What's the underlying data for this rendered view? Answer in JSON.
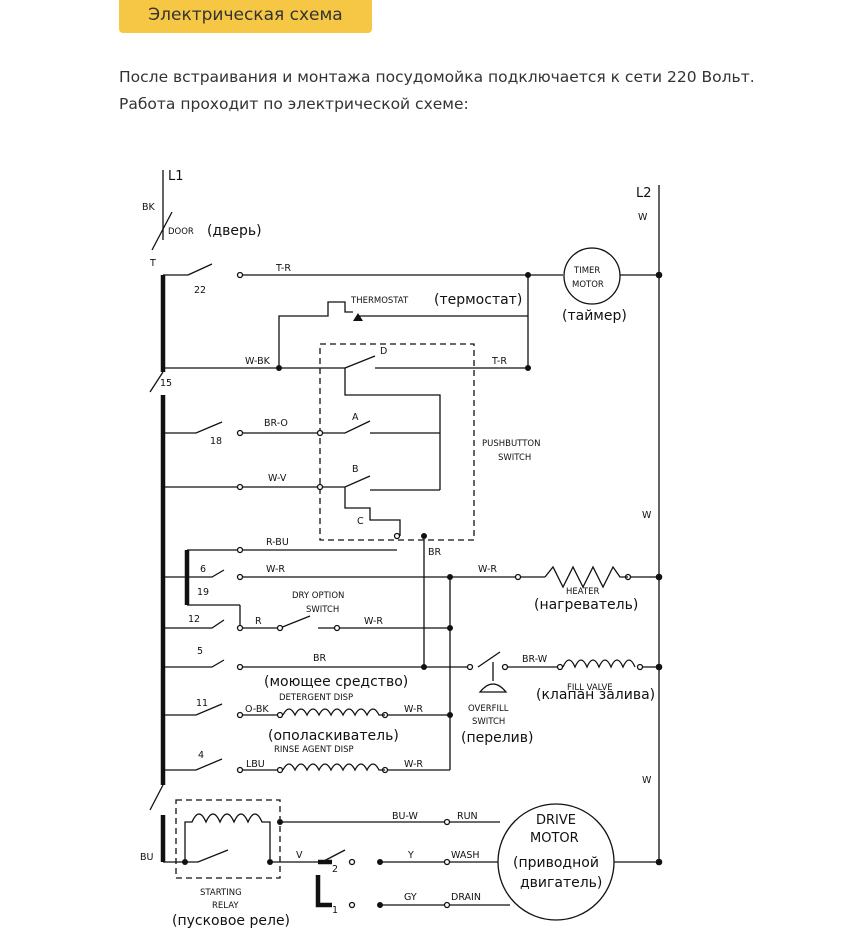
{
  "header": {
    "badge": "Электрическая схема"
  },
  "intro": {
    "text": "После встраивания и монтажа посудомойка подключается к сети 220 Вольт. Работа проходит по электрической схеме:"
  },
  "diagram": {
    "l1": "L1",
    "l2": "L2",
    "bk": "BK",
    "t": "T",
    "bu": "BU",
    "door_label": "DOOR",
    "door_ru": "(дверь)",
    "tr_top": "T-R",
    "tr_mid": "T-R",
    "w_top": "W",
    "w_mid": "W",
    "w_bottom": "W",
    "timer_motor_line1": "TIMER",
    "timer_motor_line2": "MOTOR",
    "timer_motor_ru": "(таймер)",
    "thermostat": "THERMOSTAT",
    "thermostat_ru": "(термостат)",
    "wbk": "W-BK",
    "br_o": "BR-O",
    "w_v": "W-V",
    "r_bu": "R-BU",
    "w_r_6": "W-R",
    "r_12": "R",
    "br_5": "BR",
    "o_bk": "O-BK",
    "lbu": "LBU",
    "br_junction": "BR",
    "w_r_heater": "W-R",
    "w_r_dry": "W-R",
    "w_r_det": "W-R",
    "w_r_rinse": "W-R",
    "br_w": "BR-W",
    "switch_d": "D",
    "switch_a": "A",
    "switch_b": "B",
    "switch_c": "C",
    "pushbutton_line1": "PUSHBUTTON",
    "pushbutton_line2": "SWITCH",
    "contact_22": "22",
    "contact_15": "15",
    "contact_18": "18",
    "contact_6": "6",
    "contact_19": "19",
    "contact_12": "12",
    "contact_5": "5",
    "contact_11": "11",
    "contact_4": "4",
    "heater": "HEATER",
    "heater_ru": "(нагреватель)",
    "dry_option_line1": "DRY OPTION",
    "dry_option_line2": "SWITCH",
    "detergent_ru": "(моющее средство)",
    "detergent": "DETERGENT DISP",
    "rinse_ru": "(ополаскиватель)",
    "rinse": "RINSE AGENT DISP",
    "fill_valve": "FILL VALVE",
    "fill_valve_ru": "(клапан залива)",
    "overfill_line1": "OVERFILL",
    "overfill_line2": "SWITCH",
    "overfill_ru": "(перелив)",
    "bu_w": "BU-W",
    "v": "V",
    "y": "Y",
    "gy": "GY",
    "run": "RUN",
    "wash": "WASH",
    "drain": "DRAIN",
    "motor_pos_2": "2",
    "motor_pos_1": "1",
    "drive_motor_line1": "DRIVE",
    "drive_motor_line2": "MOTOR",
    "drive_motor_ru1": "(приводной",
    "drive_motor_ru2": "двигатель)",
    "relay_line1": "STARTING",
    "relay_line2": "RELAY",
    "relay_ru": "(пусковое реле)"
  }
}
